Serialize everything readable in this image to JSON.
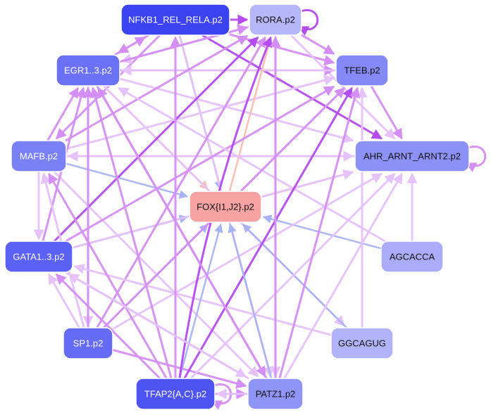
{
  "nodes": [
    {
      "id": "NFKB1_REL_RELA.p2",
      "label": "NFKB1_REL_RELA.p2",
      "fill": "#3b43f0",
      "text_color": "#ffffff"
    },
    {
      "id": "RORA.p2",
      "label": "RORA.p2",
      "fill": "#b6b7fb",
      "text_color": "#111111"
    },
    {
      "id": "EGR1..3.p2",
      "label": "EGR1..3.p2",
      "fill": "#6b71f5",
      "text_color": "#ffffff"
    },
    {
      "id": "TFEB.p2",
      "label": "TFEB.p2",
      "fill": "#8489f7",
      "text_color": "#111111"
    },
    {
      "id": "MAFB.p2",
      "label": "MAFB.p2",
      "fill": "#7a80f6",
      "text_color": "#ffffff"
    },
    {
      "id": "AHR_ARNT_ARNT2.p2",
      "label": "AHR_ARNT_ARNT2.p2",
      "fill": "#8c91f8",
      "text_color": "#111111"
    },
    {
      "id": "FOX{I1,J2}.p2",
      "label": "FOX{I1,J2}.p2",
      "fill": "#f7a3a3",
      "text_color": "#111111"
    },
    {
      "id": "GATA1..3.p2",
      "label": "GATA1..3.p2",
      "fill": "#5a61f3",
      "text_color": "#ffffff"
    },
    {
      "id": "AGCACCA",
      "label": "AGCACCA",
      "fill": "#aaacfa",
      "text_color": "#111111"
    },
    {
      "id": "SP1.p2",
      "label": "SP1.p2",
      "fill": "#656bf4",
      "text_color": "#ffffff"
    },
    {
      "id": "GGCAGUG",
      "label": "GGCAGUG",
      "fill": "#b2b4fb",
      "text_color": "#111111"
    },
    {
      "id": "TFAP2{A,C}.p2",
      "label": "TFAP2{A,C}.p2",
      "fill": "#4d54f2",
      "text_color": "#ffffff"
    },
    {
      "id": "PATZ1.p2",
      "label": "PATZ1.p2",
      "fill": "#8f94f8",
      "text_color": "#111111"
    }
  ],
  "edge_colors": {
    "strong": "#b44cf0",
    "medium": "#d58ef5",
    "light": "#e5c2fa",
    "blue": "#a9b3f4",
    "salmon": "#fbbdb0"
  },
  "edges": [
    {
      "source": "NFKB1_REL_RELA.p2",
      "target": "RORA.p2",
      "color": "strong"
    },
    {
      "source": "RORA.p2",
      "target": "RORA.p2",
      "color": "strong",
      "self_loop": true
    },
    {
      "source": "NFKB1_REL_RELA.p2",
      "target": "EGR1..3.p2",
      "color": "medium"
    },
    {
      "source": "EGR1..3.p2",
      "target": "NFKB1_REL_RELA.p2",
      "color": "medium"
    },
    {
      "source": "NFKB1_REL_RELA.p2",
      "target": "TFEB.p2",
      "color": "medium"
    },
    {
      "source": "NFKB1_REL_RELA.p2",
      "target": "AHR_ARNT_ARNT2.p2",
      "color": "strong"
    },
    {
      "source": "NFKB1_REL_RELA.p2",
      "target": "FOX{I1,J2}.p2",
      "color": "blue"
    },
    {
      "source": "NFKB1_REL_RELA.p2",
      "target": "MAFB.p2",
      "color": "medium"
    },
    {
      "source": "NFKB1_REL_RELA.p2",
      "target": "PATZ1.p2",
      "color": "light"
    },
    {
      "source": "RORA.p2",
      "target": "TFEB.p2",
      "color": "medium"
    },
    {
      "source": "RORA.p2",
      "target": "EGR1..3.p2",
      "color": "light"
    },
    {
      "source": "RORA.p2",
      "target": "AHR_ARNT_ARNT2.p2",
      "color": "light"
    },
    {
      "source": "RORA.p2",
      "target": "PATZ1.p2",
      "color": "light"
    },
    {
      "source": "EGR1..3.p2",
      "target": "TFEB.p2",
      "color": "medium"
    },
    {
      "source": "TFEB.p2",
      "target": "EGR1..3.p2",
      "color": "light"
    },
    {
      "source": "EGR1..3.p2",
      "target": "RORA.p2",
      "color": "medium"
    },
    {
      "source": "EGR1..3.p2",
      "target": "AHR_ARNT_ARNT2.p2",
      "color": "light"
    },
    {
      "source": "EGR1..3.p2",
      "target": "FOX{I1,J2}.p2",
      "color": "salmon"
    },
    {
      "source": "EGR1..3.p2",
      "target": "SP1.p2",
      "color": "light"
    },
    {
      "source": "EGR1..3.p2",
      "target": "PATZ1.p2",
      "color": "medium"
    },
    {
      "source": "EGR1..3.p2",
      "target": "GGCAGUG",
      "color": "light"
    },
    {
      "source": "MAFB.p2",
      "target": "EGR1..3.p2",
      "color": "medium"
    },
    {
      "source": "MAFB.p2",
      "target": "RORA.p2",
      "color": "medium"
    },
    {
      "source": "MAFB.p2",
      "target": "TFEB.p2",
      "color": "light"
    },
    {
      "source": "MAFB.p2",
      "target": "AHR_ARNT_ARNT2.p2",
      "color": "light"
    },
    {
      "source": "MAFB.p2",
      "target": "FOX{I1,J2}.p2",
      "color": "blue"
    },
    {
      "source": "MAFB.p2",
      "target": "PATZ1.p2",
      "color": "light"
    },
    {
      "source": "MAFB.p2",
      "target": "GATA1..3.p2",
      "color": "light"
    },
    {
      "source": "TFEB.p2",
      "target": "AHR_ARNT_ARNT2.p2",
      "color": "medium"
    },
    {
      "source": "AHR_ARNT_ARNT2.p2",
      "target": "AHR_ARNT_ARNT2.p2",
      "color": "medium",
      "self_loop": true
    },
    {
      "source": "AHR_ARNT_ARNT2.p2",
      "target": "MAFB.p2",
      "color": "light"
    },
    {
      "source": "FOX{I1,J2}.p2",
      "target": "AHR_ARNT_ARNT2.p2",
      "color": "salmon"
    },
    {
      "source": "FOX{I1,J2}.p2",
      "target": "TFEB.p2",
      "color": "salmon"
    },
    {
      "source": "FOX{I1,J2}.p2",
      "target": "RORA.p2",
      "color": "salmon"
    },
    {
      "source": "GATA1..3.p2",
      "target": "FOX{I1,J2}.p2",
      "color": "blue"
    },
    {
      "source": "GATA1..3.p2",
      "target": "EGR1..3.p2",
      "color": "medium"
    },
    {
      "source": "GATA1..3.p2",
      "target": "RORA.p2",
      "color": "strong"
    },
    {
      "source": "GATA1..3.p2",
      "target": "TFEB.p2",
      "color": "medium"
    },
    {
      "source": "GATA1..3.p2",
      "target": "AHR_ARNT_ARNT2.p2",
      "color": "light"
    },
    {
      "source": "GATA1..3.p2",
      "target": "PATZ1.p2",
      "color": "light"
    },
    {
      "source": "AGCACCA",
      "target": "FOX{I1,J2}.p2",
      "color": "blue"
    },
    {
      "source": "AGCACCA",
      "target": "AHR_ARNT_ARNT2.p2",
      "color": "light"
    },
    {
      "source": "AGCACCA",
      "target": "EGR1..3.p2",
      "color": "light"
    },
    {
      "source": "SP1.p2",
      "target": "FOX{I1,J2}.p2",
      "color": "blue"
    },
    {
      "source": "SP1.p2",
      "target": "EGR1..3.p2",
      "color": "medium"
    },
    {
      "source": "SP1.p2",
      "target": "RORA.p2",
      "color": "medium"
    },
    {
      "source": "SP1.p2",
      "target": "TFEB.p2",
      "color": "medium"
    },
    {
      "source": "SP1.p2",
      "target": "AHR_ARNT_ARNT2.p2",
      "color": "light"
    },
    {
      "source": "SP1.p2",
      "target": "MAFB.p2",
      "color": "light"
    },
    {
      "source": "SP1.p2",
      "target": "PATZ1.p2",
      "color": "medium"
    },
    {
      "source": "SP1.p2",
      "target": "GATA1..3.p2",
      "color": "light"
    },
    {
      "source": "GGCAGUG",
      "target": "FOX{I1,J2}.p2",
      "color": "blue"
    },
    {
      "source": "GGCAGUG",
      "target": "GATA1..3.p2",
      "color": "light"
    },
    {
      "source": "GGCAGUG",
      "target": "TFEB.p2",
      "color": "light"
    },
    {
      "source": "TFAP2{A,C}.p2",
      "target": "FOX{I1,J2}.p2",
      "color": "blue"
    },
    {
      "source": "TFAP2{A,C}.p2",
      "target": "RORA.p2",
      "color": "strong",
      "curved": true
    },
    {
      "source": "TFAP2{A,C}.p2",
      "target": "TFEB.p2",
      "color": "strong"
    },
    {
      "source": "TFAP2{A,C}.p2",
      "target": "EGR1..3.p2",
      "color": "medium"
    },
    {
      "source": "TFAP2{A,C}.p2",
      "target": "NFKB1_REL_RELA.p2",
      "color": "medium"
    },
    {
      "source": "TFAP2{A,C}.p2",
      "target": "AHR_ARNT_ARNT2.p2",
      "color": "light"
    },
    {
      "source": "TFAP2{A,C}.p2",
      "target": "MAFB.p2",
      "color": "medium"
    },
    {
      "source": "TFAP2{A,C}.p2",
      "target": "GATA1..3.p2",
      "color": "medium"
    },
    {
      "source": "TFAP2{A,C}.p2",
      "target": "PATZ1.p2",
      "color": "medium"
    },
    {
      "source": "TFAP2{A,C}.p2",
      "target": "TFAP2{A,C}.p2",
      "color": "medium",
      "self_loop": true
    },
    {
      "source": "PATZ1.p2",
      "target": "FOX{I1,J2}.p2",
      "color": "blue"
    },
    {
      "source": "PATZ1.p2",
      "target": "TFEB.p2",
      "color": "medium"
    },
    {
      "source": "PATZ1.p2",
      "target": "RORA.p2",
      "color": "medium"
    },
    {
      "source": "PATZ1.p2",
      "target": "EGR1..3.p2",
      "color": "medium"
    },
    {
      "source": "PATZ1.p2",
      "target": "TFAP2{A,C}.p2",
      "color": "light"
    },
    {
      "source": "PATZ1.p2",
      "target": "GATA1..3.p2",
      "color": "light"
    },
    {
      "source": "PATZ1.p2",
      "target": "AHR_ARNT_ARNT2.p2",
      "color": "light"
    }
  ]
}
